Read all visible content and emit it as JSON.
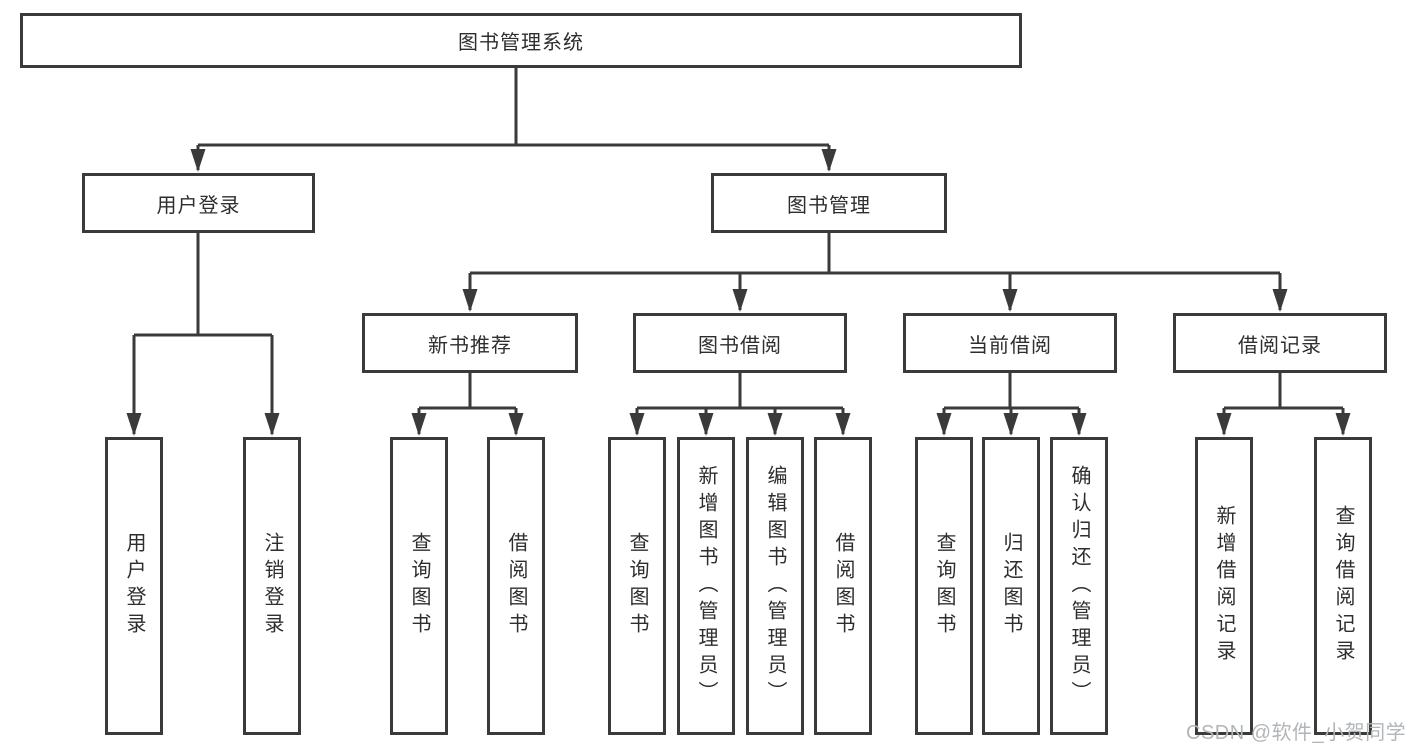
{
  "root": {
    "label": "图书管理系统"
  },
  "branches": {
    "user_login": {
      "label": "用户登录",
      "children": {
        "login": "用户登录",
        "logout": "注销登录"
      }
    },
    "book_management": {
      "label": "图书管理",
      "sections": {
        "new_book": {
          "label": "新书推荐",
          "children": {
            "query": "查询图书",
            "borrow": "借阅图书"
          }
        },
        "borrow": {
          "label": "图书借阅",
          "children": {
            "query": "查询图书",
            "add": "新增图书（管理员）",
            "edit": "编辑图书（管理员）",
            "borrow": "借阅图书"
          }
        },
        "current": {
          "label": "当前借阅",
          "children": {
            "query": "查询图书",
            "return": "归还图书",
            "confirm": "确认归还（管理员）"
          }
        },
        "records": {
          "label": "借阅记录",
          "children": {
            "add": "新增借阅记录",
            "query": "查询借阅记录"
          }
        }
      }
    }
  },
  "watermark": {
    "text": "CSDN @软件_小贺同学",
    "color": "#b2b6b9"
  },
  "colors": {
    "line": "#3a3a3a",
    "text": "#2e2e2e",
    "background": "#ffffff"
  }
}
